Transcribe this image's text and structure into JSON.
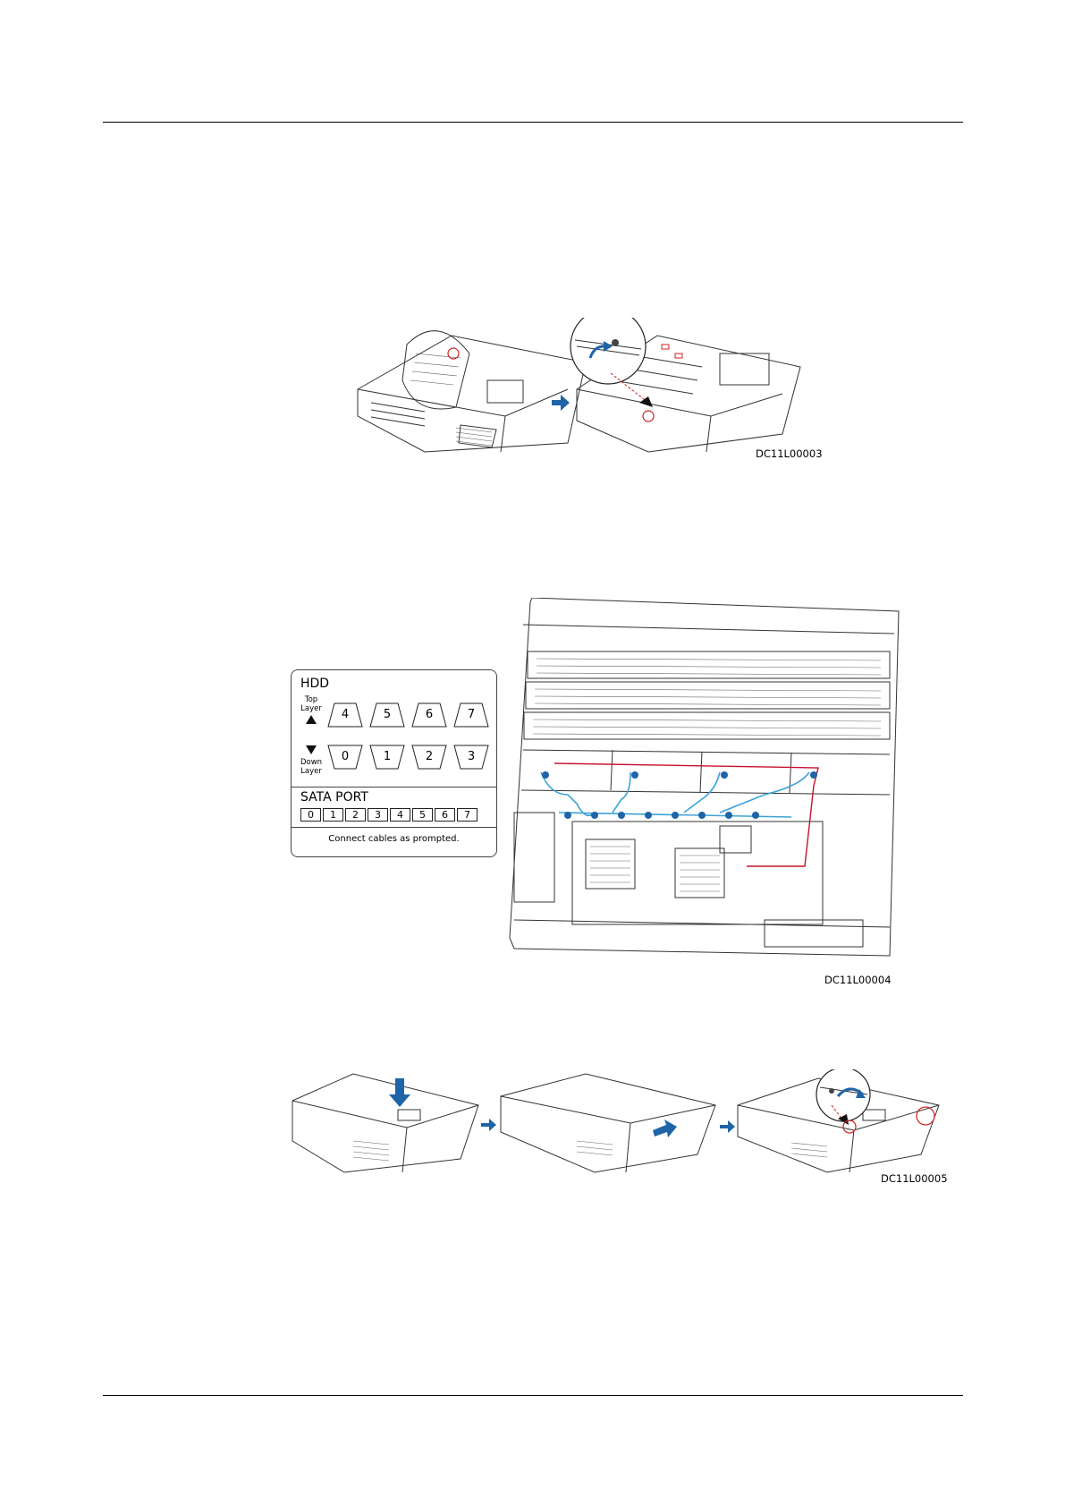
{
  "figures": {
    "fig1": {
      "caption": "DC11L00003"
    },
    "fig2": {
      "caption": "DC11L00004"
    },
    "fig3": {
      "caption": "DC11L00005"
    }
  },
  "hdd_label": {
    "title": "HDD",
    "top_layer": "Top Layer",
    "down_layer": "Down Layer",
    "top_bays": [
      "4",
      "5",
      "6",
      "7"
    ],
    "down_bays": [
      "0",
      "1",
      "2",
      "3"
    ],
    "sata_title": "SATA PORT",
    "sata_ports": [
      "0",
      "1",
      "2",
      "3",
      "4",
      "5",
      "6",
      "7"
    ],
    "note": "Connect cables as prompted."
  },
  "colors": {
    "arrow_blue": "#1f64a8",
    "highlight_red": "#d02020",
    "cable_blue": "#3ea2d6",
    "cable_red": "#c8102e"
  }
}
